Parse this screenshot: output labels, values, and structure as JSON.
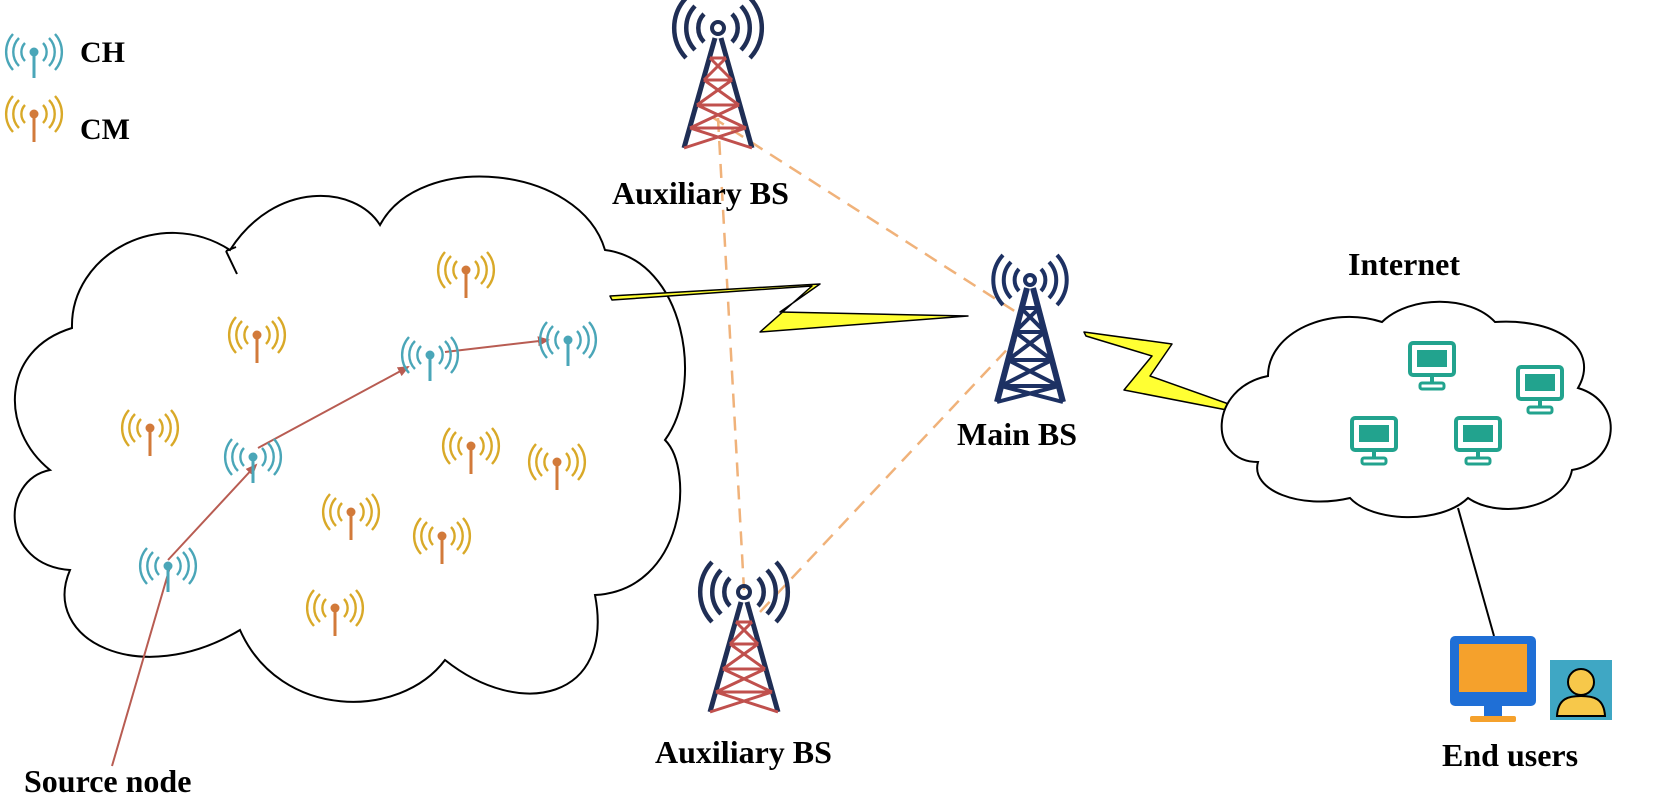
{
  "legend": {
    "ch_label": "CH",
    "cm_label": "CM"
  },
  "labels": {
    "aux_top": "Auxiliary BS",
    "aux_bottom": "Auxiliary BS",
    "main_bs": "Main BS",
    "internet": "Internet",
    "end_users": "End users",
    "source_node": "Source node"
  },
  "colors": {
    "ch_node": "#4aa6b8",
    "cm_node": "#d9a928",
    "cm_stem": "#d27a3a",
    "route": "#b85c52",
    "aux_tower": "#1f2e55",
    "aux_tower_cross": "#c0504d",
    "main_tower": "#1d3163",
    "dashed_link": "#f0b27a",
    "lightning": "#ffff33",
    "computer": "#22a38e",
    "end_monitor": "#1f6fd6",
    "end_screen": "#f5a12c",
    "user_bg": "#3fa7c4"
  }
}
